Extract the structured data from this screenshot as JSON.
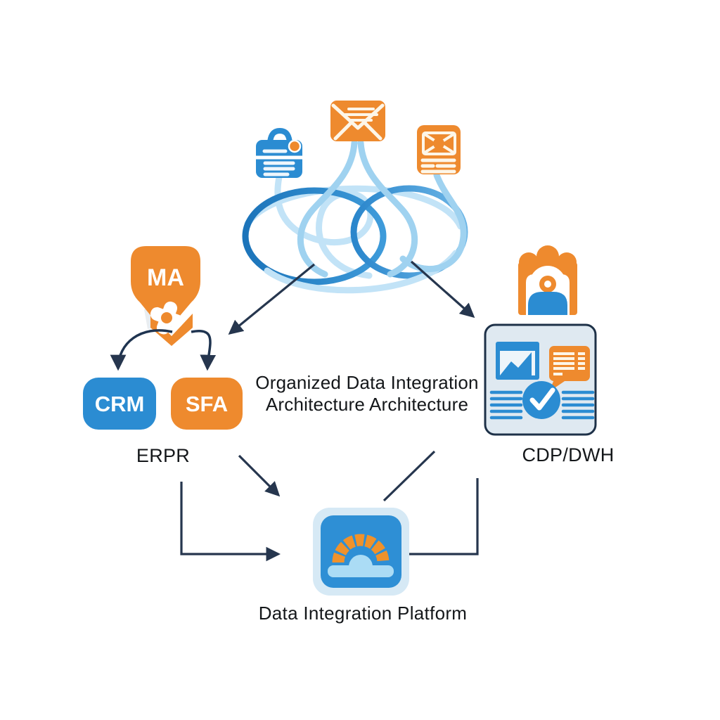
{
  "diagram": {
    "center_title": {
      "line1": "Organized Data Integration",
      "line2": "Architecture Architecture"
    },
    "left_group": {
      "ma_label": "MA",
      "crm_label": "CRM",
      "sfa_label": "SFA",
      "caption": "ERPR"
    },
    "right_group": {
      "caption": "CDP/DWH"
    },
    "bottom_group": {
      "caption": "Data Integration Platform"
    },
    "icons": {
      "top_left": "bag-document-icon",
      "top_center": "email-envelope-icon",
      "top_right": "newsletter-document-icon",
      "left": "ma-pin-icon",
      "left_inner": "gear-icon",
      "left_arrow": "down-arrow-icon",
      "right_top": "user-profile-icon",
      "right_panel": "dashboard-panel-icon",
      "panel_chart": "chart-window-icon",
      "panel_bubble": "chat-table-icon",
      "panel_check": "checkmark-circle-icon",
      "bottom": "bridge-platform-icon"
    },
    "colors": {
      "orange": "#EE8A2E",
      "blue": "#2B8CD2",
      "light_blue": "#9FD2F0",
      "pale_blue": "#C2E3F7",
      "ellipse_blue": "#1C74BA",
      "arrow_navy": "#26364E",
      "panel_bg": "#DFE9F1",
      "panel_border": "#1E3148",
      "platform_halo": "#D6E9F5",
      "platform_blue": "#2E8FD5",
      "arch_orange": "#F0922B",
      "base_blue": "#ABDCF5",
      "text": "#14171A"
    }
  }
}
